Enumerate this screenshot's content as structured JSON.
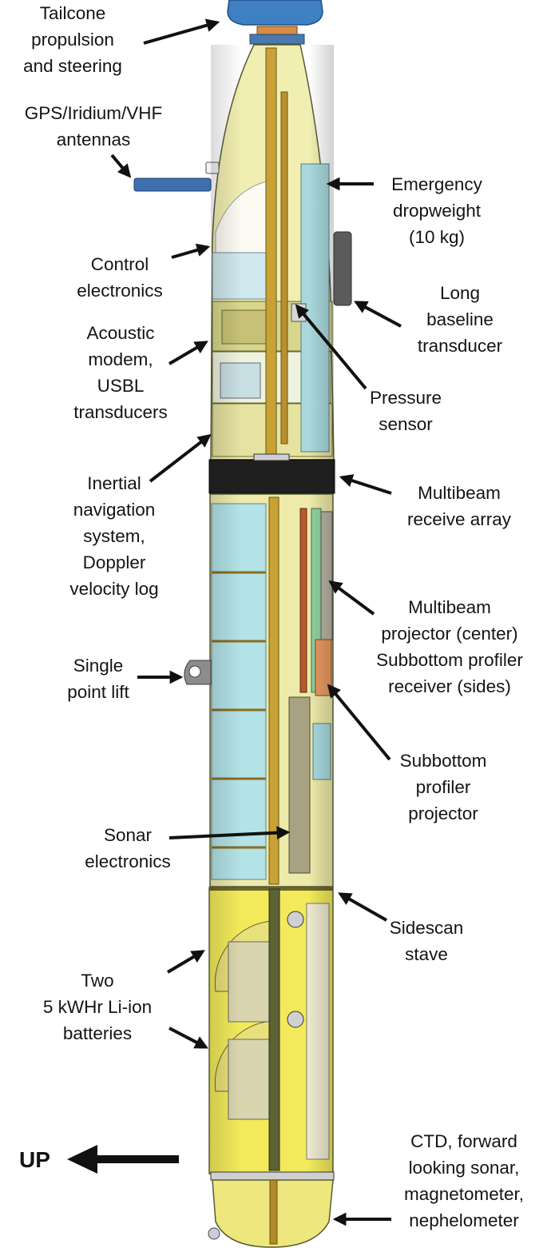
{
  "labels": {
    "tailcone": [
      "Tailcone",
      "propulsion",
      "and steering"
    ],
    "antennas": [
      "GPS/Iridium/VHF",
      "antennas"
    ],
    "control": [
      "Control",
      "electronics"
    ],
    "modem": [
      "Acoustic",
      "modem,",
      "USBL",
      "transducers"
    ],
    "ins": [
      "Inertial",
      "navigation",
      "system,",
      "Doppler",
      "velocity log"
    ],
    "lift": [
      "Single",
      "point lift"
    ],
    "sonar_elec": [
      "Sonar",
      "electronics"
    ],
    "batteries": [
      "Two",
      "5 kWHr Li-ion",
      "batteries"
    ],
    "dropweight": [
      "Emergency",
      "dropweight",
      "(10 kg)"
    ],
    "lbl_transducer": [
      "Long",
      "baseline",
      "transducer"
    ],
    "pressure": [
      "Pressure",
      "sensor"
    ],
    "mb_receive": [
      "Multibeam",
      "receive array"
    ],
    "mb_projector": [
      "Multibeam",
      "projector (center)",
      "Subbottom profiler",
      "receiver (sides)"
    ],
    "sb_projector": [
      "Subbottom",
      "profiler",
      "projector"
    ],
    "sidescan": [
      "Sidescan",
      "stave"
    ],
    "ctd": [
      "CTD, forward",
      "looking sonar,",
      "magnetometer,",
      "nephelometer"
    ]
  },
  "direction_label": "UP"
}
